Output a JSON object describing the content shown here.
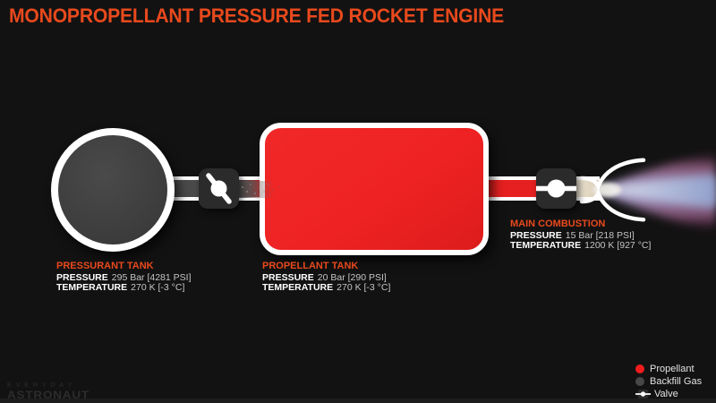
{
  "title": "MONOPROPELLANT PRESSURE FED ROCKET ENGINE",
  "colors": {
    "accent": "#e8491d",
    "background": "#121212",
    "propellant_red": "#ee2222",
    "backfill_gray": "#474747",
    "valve_body": "#2b2b2b",
    "plume_core_blue": "#9db4dc",
    "plume_outer_purple": "#8e5b80"
  },
  "tanks": {
    "pressurant": {
      "name": "PRESSURANT TANK",
      "pressure_label": "PRESSURE",
      "pressure_value": "295 Bar [4281 PSI]",
      "temperature_label": "TEMPERATURE",
      "temperature_value": "270 K [-3 °C]"
    },
    "propellant": {
      "name": "PROPELLANT TANK",
      "pressure_label": "PRESSURE",
      "pressure_value": "20 Bar [290 PSI]",
      "temperature_label": "TEMPERATURE",
      "temperature_value": "270 K [-3 °C]"
    },
    "combustion": {
      "name": "MAIN COMBUSTION",
      "pressure_label": "PRESSURE",
      "pressure_value": "15 Bar [218 PSI]",
      "temperature_label": "TEMPERATURE",
      "temperature_value": "1200 K [927 °C]"
    }
  },
  "legend": {
    "items": [
      {
        "icon": "propellant-swatch",
        "label": "Propellant",
        "color": "#f11c1c"
      },
      {
        "icon": "backfill-gas-swatch",
        "label": "Backfill Gas",
        "color": "#474747"
      },
      {
        "icon": "valve-icon",
        "label": "Valve",
        "color": "#2b2b2b"
      }
    ]
  },
  "logo": {
    "line1": "EVERYDAY",
    "line2": "ASTRONAUT"
  }
}
